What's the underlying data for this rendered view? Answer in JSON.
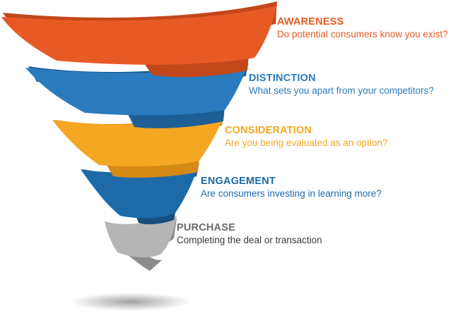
{
  "stages": [
    {
      "title": "AWARENESS",
      "description": "Do potential consumers know you exist?",
      "color": "#e85a24",
      "shade": "#c2471b"
    },
    {
      "title": "DISTINCTION",
      "description": "What sets you apart from your competitors?",
      "color": "#2a7bbd",
      "shade": "#1d5f95"
    },
    {
      "title": "CONSIDERATION",
      "description": "Are you being evaluated as an option?",
      "color": "#f5a623",
      "shade": "#d48a15"
    },
    {
      "title": "ENGAGEMENT",
      "description": "Are consumers investing in learning more?",
      "color": "#1e6aa8",
      "shade": "#164f80"
    },
    {
      "title": "PURCHASE",
      "description": "Completing the deal or transaction",
      "color": "#b5b5b5",
      "shade": "#8c8c8c"
    }
  ],
  "text_colors": {
    "title_last": "#6b6b6b",
    "description_last": "#3a3a3a"
  }
}
